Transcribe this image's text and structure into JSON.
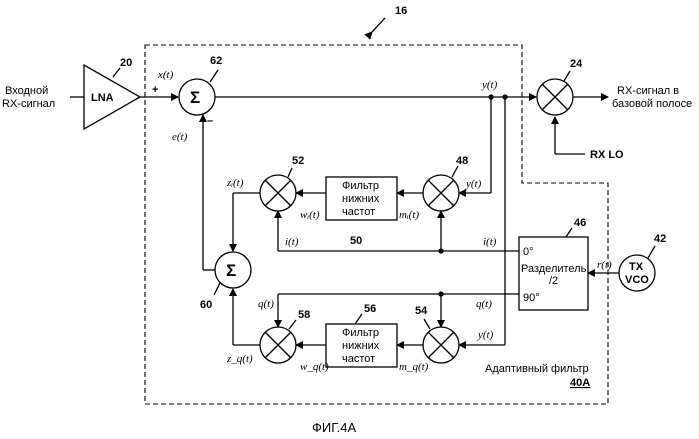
{
  "ref_main": "16",
  "input_signal": [
    "Входной",
    "RX-сигнал"
  ],
  "output_signal": [
    "RX-сигнал в",
    "базовой полосе"
  ],
  "lna": {
    "label": "LNA",
    "ref": "20"
  },
  "mixer_out": {
    "ref": "24"
  },
  "rx_lo": "RX LO",
  "sum_top": {
    "ref": "62",
    "symbol": "Σ",
    "plus": "+",
    "minus": "–"
  },
  "sum_bottom": {
    "ref": "60",
    "symbol": "Σ"
  },
  "mixer_52": "52",
  "mixer_48": "48",
  "mixer_58": "58",
  "mixer_54": "54",
  "filter_top": {
    "lines": [
      "Фильтр",
      "нижних",
      "частот"
    ],
    "ref": "50"
  },
  "filter_bottom": {
    "lines": [
      "Фильтр",
      "нижних",
      "частот"
    ],
    "ref": "56"
  },
  "splitter": {
    "title": "Разделитель",
    "ratio": "/2",
    "deg0": "0°",
    "deg90": "90°",
    "ref": "46"
  },
  "tx_vco": {
    "lines": [
      "TX",
      "VCO"
    ],
    "ref": "42"
  },
  "adaptive_filter": {
    "label": "Адаптивный фильтр",
    "ref": "40A"
  },
  "signals": {
    "x": "x(t)",
    "y": "y(t)",
    "e": "e(t)",
    "zi": "zᵢ(t)",
    "wi": "wᵢ(t)",
    "mi": "mᵢ(t)",
    "i": "i(t)",
    "zq": "z_q(t)",
    "wq": "w_q(t)",
    "mq": "m_q(t)",
    "q": "q(t)",
    "r": "r(t)"
  },
  "caption": "ФИГ.4А"
}
